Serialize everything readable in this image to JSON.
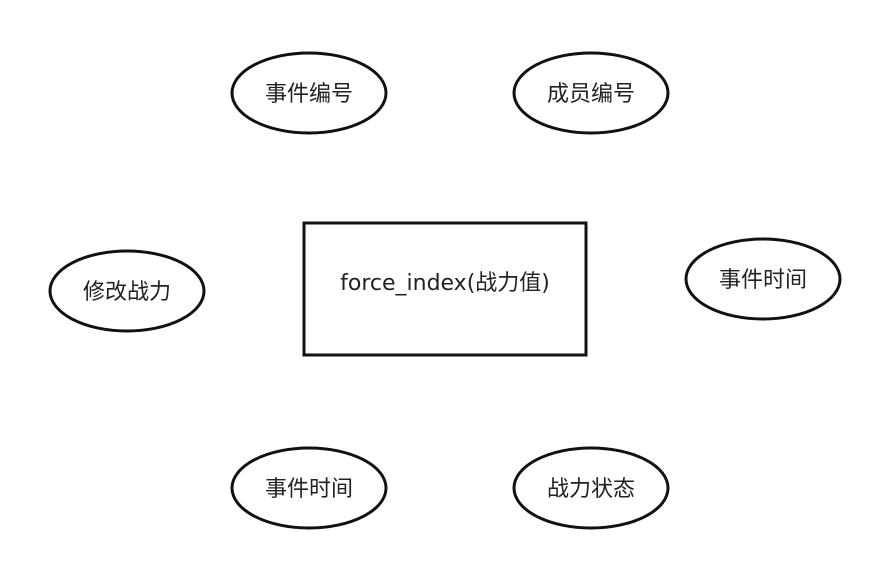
{
  "diagram": {
    "entity": {
      "label": "force_index(战力值)"
    },
    "attributes": [
      {
        "id": "event-id",
        "label": "事件编号"
      },
      {
        "id": "member-id",
        "label": "成员编号"
      },
      {
        "id": "modify-force",
        "label": "修改战力"
      },
      {
        "id": "event-time-right",
        "label": "事件时间"
      },
      {
        "id": "event-time-bottom",
        "label": "事件时间"
      },
      {
        "id": "force-status",
        "label": "战力状态"
      }
    ]
  },
  "colors": {
    "stroke": "#111111",
    "text": "#222222",
    "background": "#ffffff"
  }
}
